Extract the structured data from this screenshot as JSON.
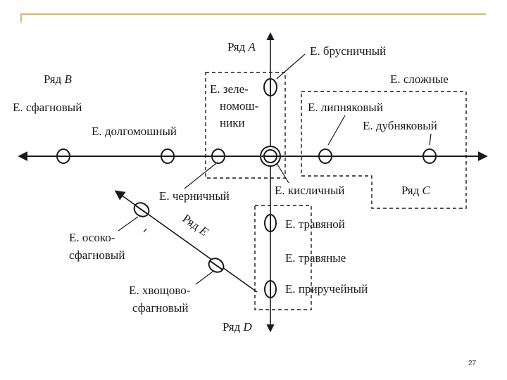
{
  "colors": {
    "ink": "#1a1a1a",
    "frame": "#c8a04a",
    "background": "#ffffff"
  },
  "rows": {
    "a": {
      "prefix": "Ряд",
      "letter": "A"
    },
    "b": {
      "prefix": "Ряд",
      "letter": "B"
    },
    "c": {
      "prefix": "Ряд",
      "letter": "C"
    },
    "d": {
      "prefix": "Ряд",
      "letter": "D"
    },
    "e": {
      "prefix": "Ряд",
      "letter": "E"
    }
  },
  "groups": {
    "complex": "Е. сложные",
    "herbal": "Е. травяные"
  },
  "types": {
    "brusnichny": "Е. брусничный",
    "zeleno": [
      "Е. зеле-",
      "номош-",
      "ники"
    ],
    "lipnyakovy": "Е. липняковый",
    "dubnyakovy": "Е. дубняковый",
    "sfagnovy": "Е. сфагновый",
    "dolgomoshny": "Е. долгомошный",
    "chernichny": "Е. черничный",
    "kislichny": "Е. кисличный",
    "travyanoy": "Е. травяной",
    "osoko": [
      "Е. осоко-",
      "сфагновый"
    ],
    "khvoshchovo": [
      "Е. хвощово-",
      "сфагновый"
    ],
    "priruchey": "Е. приручейный"
  },
  "page_number": "27"
}
